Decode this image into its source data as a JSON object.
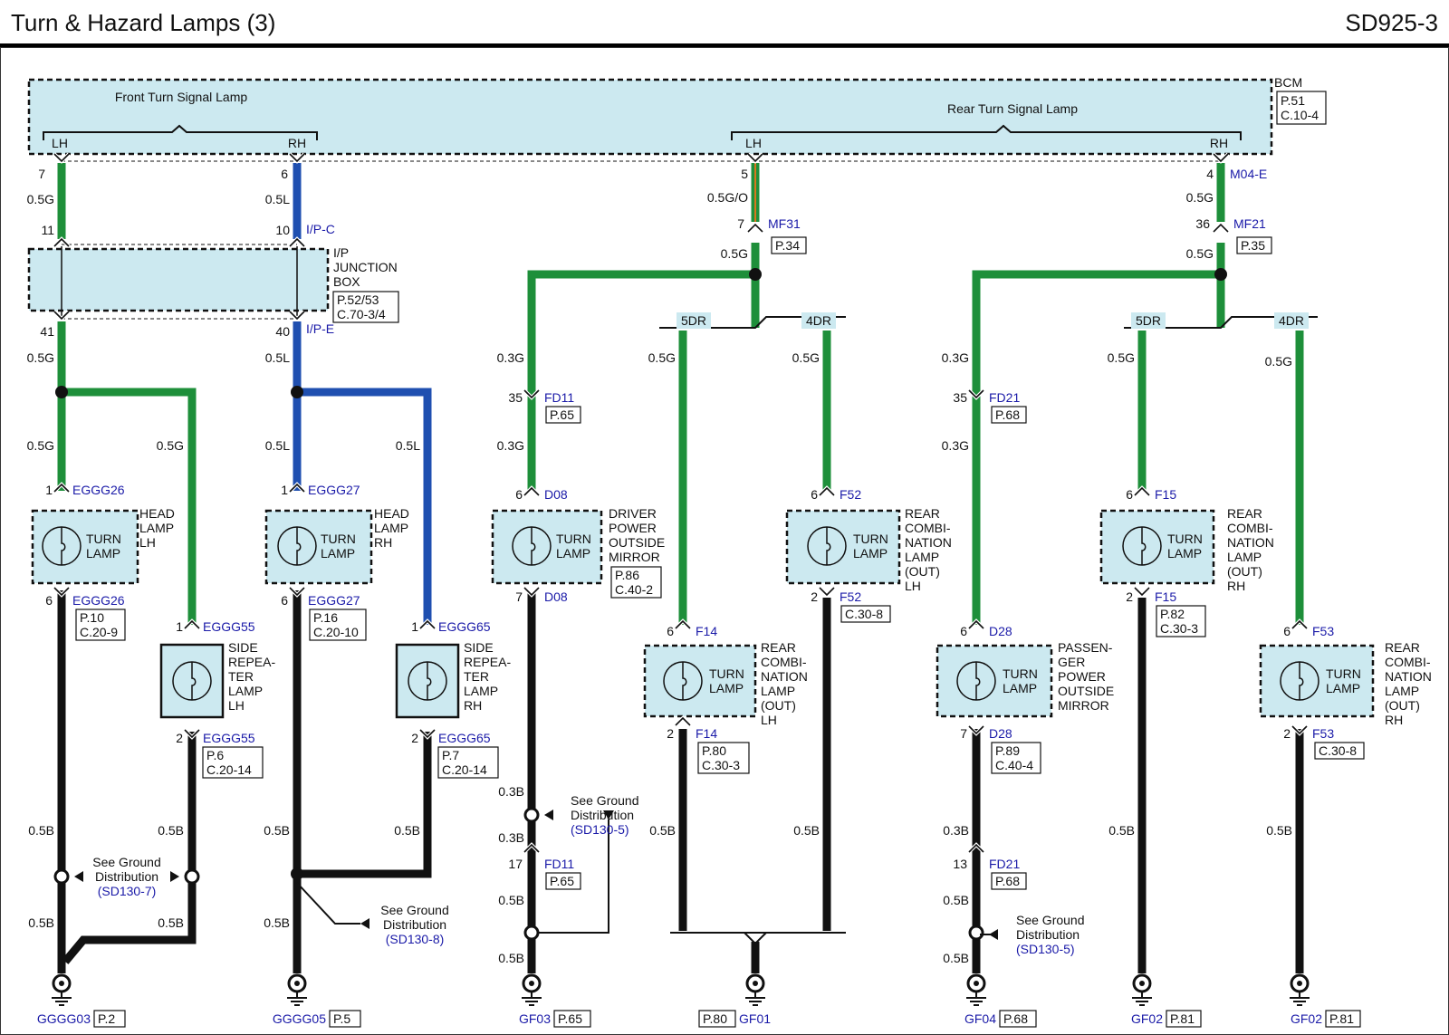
{
  "header": {
    "title": "Turn & Hazard Lamps (3)",
    "code": "SD925-3"
  },
  "bcm": {
    "name": "BCM",
    "ref1": "P.51",
    "ref2": "C.10-4",
    "front_group": "Front Turn Signal Lamp",
    "rear_group": "Rear Turn Signal Lamp",
    "lh": "LH",
    "rh": "RH"
  },
  "ipjb": {
    "name1": "I/P",
    "name2": "JUNCTION",
    "name3": "BOX",
    "ref1": "P.52/53",
    "ref2": "C.70-3/4",
    "conn_top": "I/P-C",
    "conn_bot": "I/P-E"
  },
  "common": {
    "turn": "TURN",
    "lamp": "LAMP",
    "see_ground1": "See Ground",
    "see_ground2": "Distribution",
    "five_dr": "5DR",
    "four_dr": "4DR"
  },
  "col1": {
    "pin_bcm": "7",
    "wire1": "0.5G",
    "pin_jb_in": "11",
    "pin_jb_out": "41",
    "wire2": "0.5G",
    "wire3": "0.5G",
    "wire_side": "0.5G",
    "pin_lamp_in": "1",
    "conn": "EGGG26",
    "lamp_name": [
      "HEAD",
      "LAMP",
      "LH"
    ],
    "pin_lamp_out": "6",
    "ref1": "P.10",
    "ref2": "C.20-9",
    "side_pin_in": "1",
    "side_conn": "EGGG55",
    "side_name": [
      "SIDE",
      "REPEA-",
      "TER",
      "LAMP",
      "LH"
    ],
    "side_pin_out": "2",
    "side_ref1": "P.6",
    "side_ref2": "C.20-14",
    "wire_b1": "0.5B",
    "wire_b2": "0.5B",
    "wire_b3": "0.5B",
    "wire_b4": "0.5B",
    "gd_ref": "(SD130-7)",
    "ground": "GGGG03",
    "ground_ref": "P.2"
  },
  "col2": {
    "pin_bcm": "6",
    "wire1": "0.5L",
    "pin_jb_in": "10",
    "pin_jb_out": "40",
    "wire2": "0.5L",
    "wire3": "0.5L",
    "wire_side": "0.5L",
    "pin_lamp_in": "1",
    "conn": "EGGG27",
    "lamp_name": [
      "HEAD",
      "LAMP",
      "RH"
    ],
    "pin_lamp_out": "6",
    "ref1": "P.16",
    "ref2": "C.20-10",
    "side_pin_in": "1",
    "side_conn": "EGGG65",
    "side_name": [
      "SIDE",
      "REPEA-",
      "TER",
      "LAMP",
      "RH"
    ],
    "side_pin_out": "2",
    "side_ref1": "P.7",
    "side_ref2": "C.20-14",
    "wire_b1": "0.5B",
    "wire_b2": "0.5B",
    "wire_b3": "0.5B",
    "gd_ref": "(SD130-8)",
    "ground": "GGGG05",
    "ground_ref": "P.5"
  },
  "rear_lh": {
    "pin_bcm": "5",
    "wire1": "0.5G/O",
    "pin_conn": "7",
    "conn": "MF31",
    "conn_ref": "P.34",
    "wire2": "0.5G",
    "mirror": {
      "wire1": "0.3G",
      "pin1": "35",
      "conn1": "FD11",
      "ref1": "P.65",
      "wire2": "0.3G",
      "pin_in": "6",
      "conn_in": "D08",
      "name": [
        "DRIVER",
        "POWER",
        "OUTSIDE",
        "MIRROR"
      ],
      "ref_a": "P.86",
      "ref_b": "C.40-2",
      "pin_out": "7",
      "conn_out": "D08",
      "wire_b1": "0.3B",
      "wire_b2": "0.3B",
      "pin2": "17",
      "conn2": "FD11",
      "ref2": "P.65",
      "wire_b3": "0.5B",
      "wire_b4": "0.5B",
      "gd_ref": "(SD130-5)",
      "ground": "GF03",
      "ground_ref": "P.65"
    },
    "lamp5": {
      "wire": "0.5G",
      "pin_in": "6",
      "conn": "F14",
      "name": [
        "REAR",
        "COMBI-",
        "NATION",
        "LAMP",
        "(OUT)",
        "LH"
      ],
      "pin_out": "2",
      "conn_out": "F14",
      "ref_a": "P.80",
      "ref_b": "C.30-3",
      "wire_b": "0.5B"
    },
    "lamp4": {
      "wire": "0.5G",
      "pin_in": "6",
      "conn": "F52",
      "name": [
        "REAR",
        "COMBI-",
        "NATION",
        "LAMP",
        "(OUT)",
        "LH"
      ],
      "pin_out": "2",
      "conn_out": "F52",
      "ref_b": "C.30-8",
      "wire_b": "0.5B"
    },
    "ground": "GF01",
    "ground_ref": "P.80"
  },
  "rear_rh": {
    "pin_bcm": "4",
    "bcm_conn": "M04-E",
    "wire1": "0.5G",
    "pin_conn": "36",
    "conn": "MF21",
    "conn_ref": "P.35",
    "wire2": "0.5G",
    "mirror": {
      "wire1": "0.3G",
      "pin1": "35",
      "conn1": "FD21",
      "ref1": "P.68",
      "wire2": "0.3G",
      "pin_in": "6",
      "conn_in": "D28",
      "name": [
        "PASSEN-",
        "GER",
        "POWER",
        "OUTSIDE",
        "MIRROR"
      ],
      "ref_a": "P.89",
      "ref_b": "C.40-4",
      "pin_out": "7",
      "conn_out": "D28",
      "wire_b1": "0.3B",
      "pin2": "13",
      "conn2": "FD21",
      "ref2": "P.68",
      "wire_b3": "0.5B",
      "wire_b4": "0.5B",
      "gd_ref": "(SD130-5)",
      "ground": "GF04",
      "ground_ref": "P.68"
    },
    "lamp5": {
      "wire": "0.5G",
      "pin_in": "6",
      "conn": "F15",
      "name": [
        "REAR",
        "COMBI-",
        "NATION",
        "LAMP",
        "(OUT)",
        "RH"
      ],
      "pin_out": "2",
      "conn_out": "F15",
      "ref_a": "P.82",
      "ref_b": "C.30-3",
      "wire_b": "0.5B",
      "ground": "GF02",
      "ground_ref": "P.81"
    },
    "lamp4": {
      "wire": "0.5G",
      "pin_in": "6",
      "conn": "F53",
      "name": [
        "REAR",
        "COMBI-",
        "NATION",
        "LAMP",
        "(OUT)",
        "RH"
      ],
      "pin_out": "2",
      "conn_out": "F53",
      "ref_b": "C.30-8",
      "wire_b": "0.5B",
      "ground": "GF02",
      "ground_ref": "P.81"
    }
  }
}
